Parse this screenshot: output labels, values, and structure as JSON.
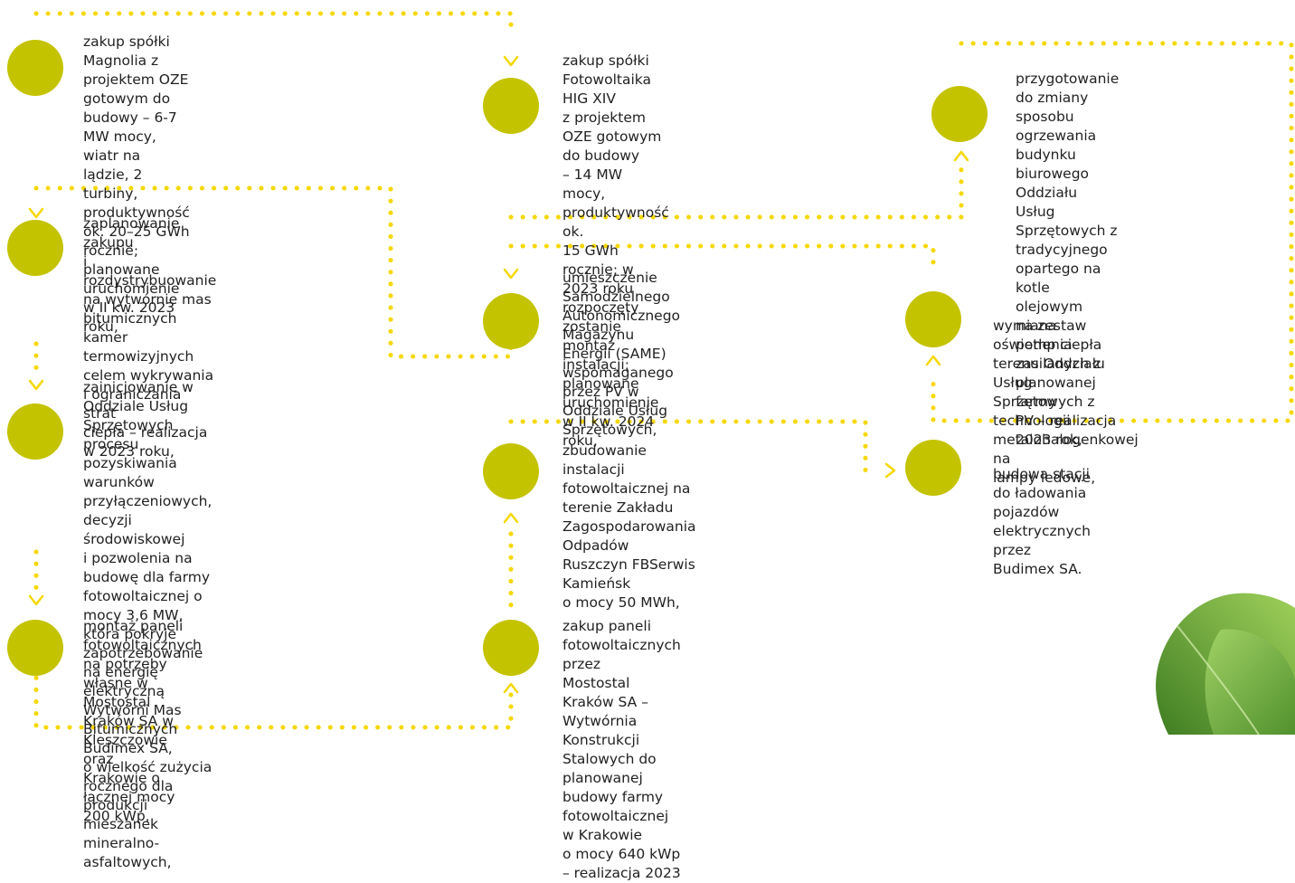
{
  "colors": {
    "dots": "#f5d800",
    "circle": "#c4c300",
    "leaf_light": "#9fd05a",
    "leaf_dark": "#4e8f2b"
  },
  "steps": [
    {
      "text": "zakup spółki Magnolia z projektem OZE\ngotowym do budowy – 6-7 MW mocy,\nwiatr na lądzie, 2 turbiny, produktywność\nok. 20–25 GWh rocznie; planowane\nuruchomienie w II kw. 2023 roku,"
    },
    {
      "text": "zaplanowanie zakupu\ni rozdystrybuowanie na wytwórnie mas\nbitumicznych kamer termowizyjnych\ncelem wykrywania i ograniczania strat\nciepła – realizacja w 2023 roku,"
    },
    {
      "text": "zainicjowanie w Oddziale Usług Sprzętowych\nprocesu pozyskiwania warunków\nprzyłączeniowych, decyzji środowiskowej\ni pozwolenia na budowę dla farmy\nfotowoltaicznej o mocy 3,6 MW, która pokryje\nzapotrzebowanie na energię elektryczną\nWytwórni Mas Bitumicznych Budimex SA,\no wielkość zużycia rocznego dla produkcji\nmieszanek mineralno-asfaltowych,"
    },
    {
      "text": "montaż paneli fotowoltaicznych\nna potrzeby własne w Mostostal\nKraków SA w Kleszczowie oraz\nKrakowie o łącznej mocy 200 kWp,"
    },
    {
      "text": "zakup spółki Fotowoltaika HIG XIV\nz projektem OZE gotowym do budowy\n– 14 MW mocy, produktywność ok.\n15 GWh rocznie; w 2023 roku rozpoczęty\nzostanie montaż instalacji; planowane\nuruchomienie w II kw. 2024 roku,"
    },
    {
      "text": "umieszczenie Samodzielnego\nAutonomicznego Magazynu\nEnergii (SAME) wspomaganego\nprzez PV w Oddziale Usług\nSprzętowych,"
    },
    {
      "text": "zbudowanie instalacji\nfotowoltaicznej na terenie Zakładu\nZagospodarowania Odpadów\nRuszczyn FBSerwis Kamieńsk\no mocy 50 MWh,"
    },
    {
      "text": "zakup paneli fotowoltaicznych przez\nMostostal Kraków SA – Wytwórnia\nKonstrukcji Stalowych do planowanej\nbudowy farmy fotowoltaicznej w Krakowie\no mocy 640 kWp – realizacja 2023"
    },
    {
      "text": "przygotowanie do zmiany\nsposobu ogrzewania budynku\nbiurowego Oddziału Usług\nSprzętowych z tradycyjnego\nopartego na kotle olejowym\nna zestaw pomp ciepła\nzasilanych z planowanej farmy\nPV – realizacja 2023 rok,"
    },
    {
      "text": "wymiana oświetlenia\nterenu Oddziału Usług\nSprzętowych z technologii\nmetalohalogenkowej na\nlampy ledowe,"
    },
    {
      "text": "budowa stacji do ładowania\npojazdów elektrycznych przez\nBudimex SA."
    }
  ]
}
